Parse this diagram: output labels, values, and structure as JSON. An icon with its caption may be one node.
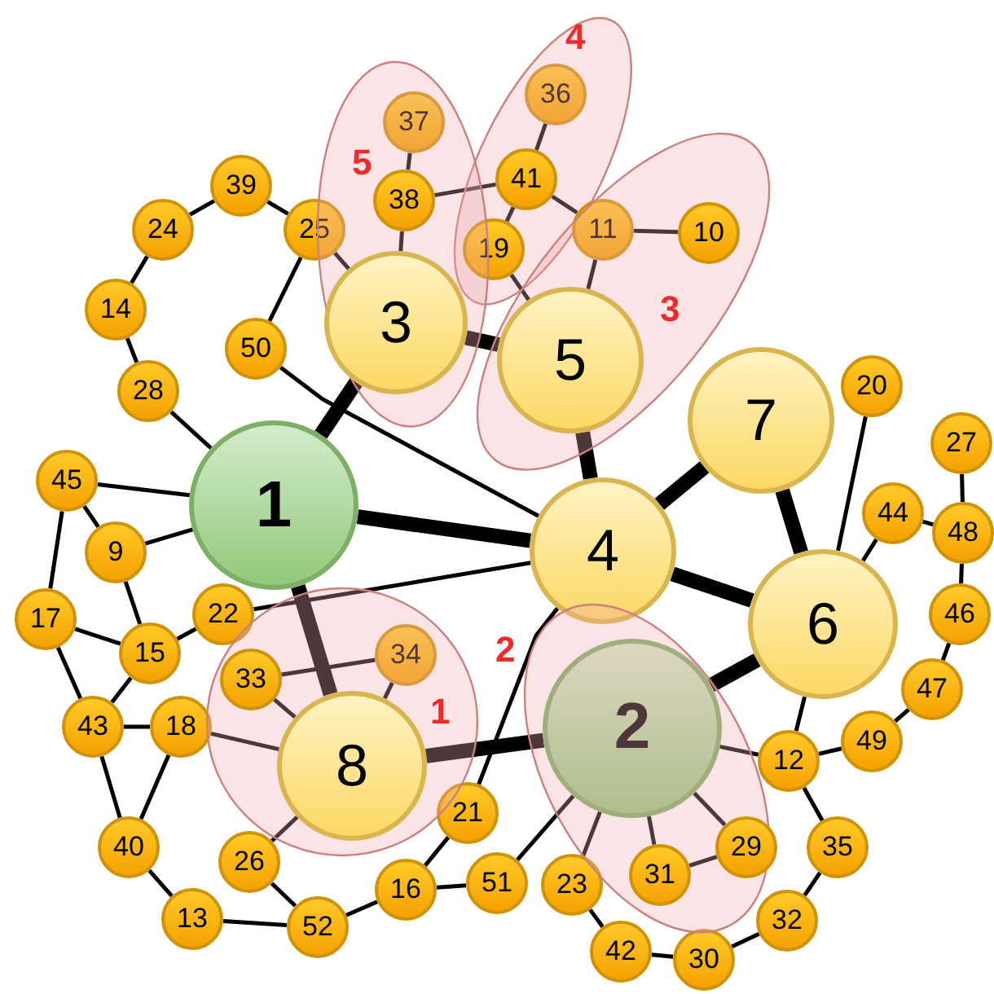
{
  "diagram": {
    "nodes": [
      {
        "text": [
          "4"
        ]
      },
      {
        "text": [
          "5"
        ]
      },
      {
        "text": [
          "3"
        ]
      },
      {
        "text": [
          "1"
        ]
      },
      {
        "text": [
          "2"
        ]
      },
      {
        "text": [
          "37"
        ],
        "in": 1
      },
      {
        "text": [
          "36"
        ],
        "in": 0
      },
      {
        "text": [
          "41"
        ],
        "in": 0
      },
      {
        "text": [
          "38"
        ],
        "in": 1
      },
      {
        "text": [
          "39"
        ]
      },
      {
        "text": [
          "24"
        ]
      },
      {
        "text": [
          "25"
        ]
      },
      {
        "text": [
          "11"
        ],
        "in": 2
      },
      {
        "text": [
          "10"
        ],
        "in": 2
      },
      {
        "text": [
          "19"
        ],
        "in": 0
      },
      {
        "text": [
          "14"
        ]
      },
      {
        "text": [
          "3"
        ],
        "in": 1
      },
      {
        "text": [
          "50"
        ]
      },
      {
        "text": [
          "5"
        ],
        "in": 2
      },
      {
        "text": [
          "28"
        ]
      },
      {
        "text": [
          "20"
        ]
      },
      {
        "text": [
          "7"
        ]
      },
      {
        "text": [
          "27"
        ]
      },
      {
        "text": [
          "45"
        ]
      },
      {
        "text": [
          "1"
        ]
      },
      {
        "text": [
          "44"
        ]
      },
      {
        "text": [
          "48"
        ]
      },
      {
        "text": [
          "4"
        ]
      },
      {
        "text": [
          "9"
        ]
      },
      {
        "text": [
          "6"
        ]
      },
      {
        "text": [
          "22"
        ]
      },
      {
        "text": [
          "17"
        ]
      },
      {
        "text": [
          "46"
        ]
      },
      {
        "text": [
          "15"
        ]
      },
      {
        "text": [
          "34"
        ],
        "in": 3
      },
      {
        "text": [
          "33"
        ],
        "in": 3
      },
      {
        "text": [
          "47"
        ]
      },
      {
        "text": [
          "43"
        ]
      },
      {
        "text": [
          "18"
        ]
      },
      {
        "text": [
          "2"
        ],
        "in": 4
      },
      {
        "text": [
          "49"
        ]
      },
      {
        "text": [
          "12"
        ]
      },
      {
        "text": [
          "8"
        ],
        "in": 3
      },
      {
        "text": [
          "21"
        ]
      },
      {
        "text": [
          "40"
        ]
      },
      {
        "text": [
          "29"
        ],
        "in": 4
      },
      {
        "text": [
          "35"
        ]
      },
      {
        "text": [
          "26"
        ]
      },
      {
        "text": [
          "31"
        ],
        "in": 4
      },
      {
        "text": [
          "23"
        ]
      },
      {
        "text": [
          "51"
        ]
      },
      {
        "text": [
          "16"
        ]
      },
      {
        "text": [
          "13"
        ]
      },
      {
        "text": [
          "32"
        ]
      },
      {
        "text": [
          "52"
        ]
      },
      {
        "text": [
          "42"
        ]
      },
      {
        "text": [
          "30"
        ]
      }
    ],
    "edges": [
      {
        "from": 5,
        "to": 8,
        "arrow": "none"
      },
      {
        "from": 8,
        "to": 7,
        "arrow": "none"
      },
      {
        "from": 7,
        "to": 6,
        "arrow": "none"
      },
      {
        "from": 8,
        "to": 16,
        "arrow": "none"
      },
      {
        "from": 7,
        "to": 14,
        "arrow": "none"
      },
      {
        "from": 7,
        "to": 12,
        "arrow": "none"
      },
      {
        "from": 12,
        "to": 13,
        "arrow": "none"
      },
      {
        "from": 12,
        "to": 18,
        "arrow": "none"
      },
      {
        "from": 14,
        "to": 18,
        "arrow": "none"
      },
      {
        "from": 9,
        "to": 10,
        "arrow": "none"
      },
      {
        "from": 9,
        "to": 11,
        "arrow": "none"
      },
      {
        "from": 10,
        "to": 15,
        "arrow": "none"
      },
      {
        "from": 15,
        "to": 19,
        "arrow": "none"
      },
      {
        "from": 11,
        "to": 17,
        "arrow": "none"
      },
      {
        "from": 11,
        "to": 16,
        "arrow": "none"
      },
      {
        "from": 19,
        "to": 24,
        "arrow": "none"
      },
      {
        "from": 17,
        "to": 27,
        "arrow": "none"
      },
      {
        "from": 16,
        "to": 24,
        "arrow": "none",
        "style": "thick"
      },
      {
        "from": 16,
        "to": 18,
        "arrow": "none",
        "style": "thick"
      },
      {
        "from": 18,
        "to": 27,
        "arrow": "none",
        "style": "thick"
      },
      {
        "from": 24,
        "to": 27,
        "arrow": "none",
        "style": "thick"
      },
      {
        "from": 27,
        "to": 21,
        "arrow": "none",
        "style": "thick"
      },
      {
        "from": 27,
        "to": 29,
        "arrow": "none",
        "style": "thick"
      },
      {
        "from": 21,
        "to": 29,
        "arrow": "none",
        "style": "thick"
      },
      {
        "from": 29,
        "to": 20,
        "arrow": "none"
      },
      {
        "from": 29,
        "to": 25,
        "arrow": "none"
      },
      {
        "from": 25,
        "to": 26,
        "arrow": "none"
      },
      {
        "from": 26,
        "to": 22,
        "arrow": "none"
      },
      {
        "from": 26,
        "to": 32,
        "arrow": "none"
      },
      {
        "from": 32,
        "to": 36,
        "arrow": "none"
      },
      {
        "from": 36,
        "to": 40,
        "arrow": "none"
      },
      {
        "from": 40,
        "to": 41,
        "arrow": "none"
      },
      {
        "from": 29,
        "to": 41,
        "arrow": "none"
      },
      {
        "from": 29,
        "to": 39,
        "arrow": "none",
        "style": "thick"
      },
      {
        "from": 41,
        "to": 39,
        "arrow": "none"
      },
      {
        "from": 41,
        "to": 46,
        "arrow": "none"
      },
      {
        "from": 46,
        "to": 53,
        "arrow": "none"
      },
      {
        "from": 53,
        "to": 56,
        "arrow": "none"
      },
      {
        "from": 56,
        "to": 55,
        "arrow": "none"
      },
      {
        "from": 55,
        "to": 49,
        "arrow": "none"
      },
      {
        "from": 49,
        "to": 39,
        "arrow": "none"
      },
      {
        "from": 48,
        "to": 39,
        "arrow": "none"
      },
      {
        "from": 45,
        "to": 39,
        "arrow": "none"
      },
      {
        "from": 48,
        "to": 45,
        "arrow": "none"
      },
      {
        "from": 50,
        "to": 39,
        "arrow": "none"
      },
      {
        "from": 51,
        "to": 50,
        "arrow": "none"
      },
      {
        "from": 51,
        "to": 43,
        "arrow": "none"
      },
      {
        "from": 43,
        "to": 27,
        "arrow": "none"
      },
      {
        "from": 54,
        "to": 51,
        "arrow": "none"
      },
      {
        "from": 52,
        "to": 54,
        "arrow": "none"
      },
      {
        "from": 47,
        "to": 54,
        "arrow": "none"
      },
      {
        "from": 47,
        "to": 42,
        "arrow": "none"
      },
      {
        "from": 44,
        "to": 52,
        "arrow": "none"
      },
      {
        "from": 37,
        "to": 44,
        "arrow": "none"
      },
      {
        "from": 38,
        "to": 44,
        "arrow": "none"
      },
      {
        "from": 37,
        "to": 38,
        "arrow": "none"
      },
      {
        "from": 38,
        "to": 42,
        "arrow": "none"
      },
      {
        "from": 42,
        "to": 39,
        "arrow": "none",
        "style": "thick"
      },
      {
        "from": 24,
        "to": 42,
        "arrow": "none",
        "style": "thick"
      },
      {
        "from": 35,
        "to": 42,
        "arrow": "none"
      },
      {
        "from": 34,
        "to": 42,
        "arrow": "none"
      },
      {
        "from": 35,
        "to": 34,
        "arrow": "none"
      },
      {
        "from": 23,
        "to": 24,
        "arrow": "none"
      },
      {
        "from": 23,
        "to": 28,
        "arrow": "none"
      },
      {
        "from": 23,
        "to": 31,
        "arrow": "none"
      },
      {
        "from": 28,
        "to": 24,
        "arrow": "none"
      },
      {
        "from": 28,
        "to": 33,
        "arrow": "none"
      },
      {
        "from": 31,
        "to": 33,
        "arrow": "none"
      },
      {
        "from": 31,
        "to": 37,
        "arrow": "none"
      },
      {
        "from": 33,
        "to": 37,
        "arrow": "none"
      },
      {
        "from": 33,
        "to": 30,
        "arrow": "none"
      },
      {
        "from": 30,
        "to": 27,
        "arrow": "none"
      }
    ]
  }
}
